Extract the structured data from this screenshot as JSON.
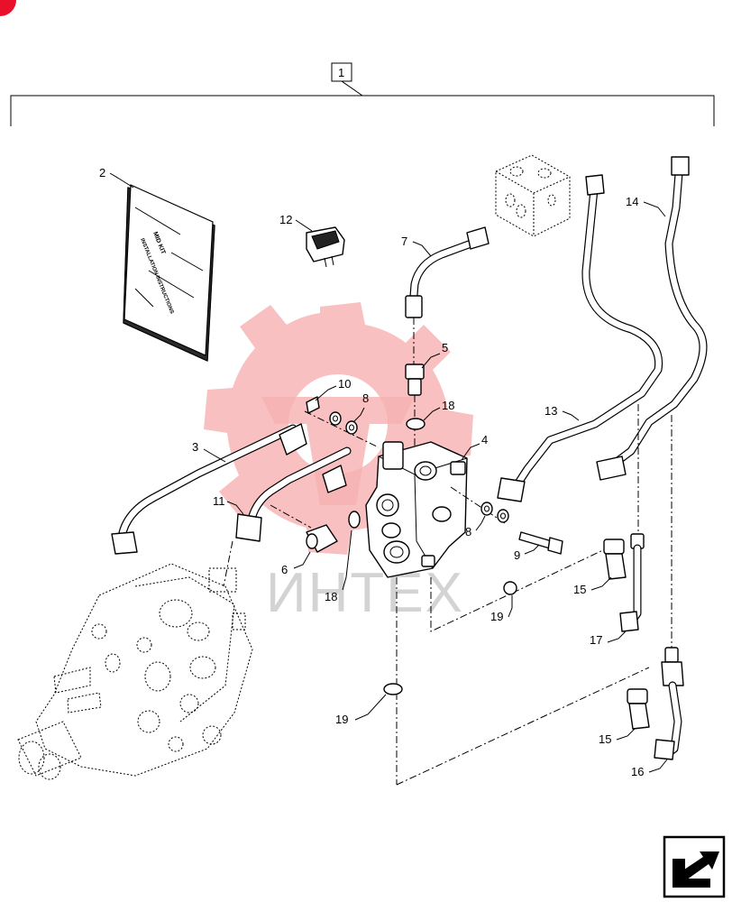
{
  "diagram": {
    "assembly_callout": "1",
    "callouts": {
      "c2": "2",
      "c3": "3",
      "c4": "4",
      "c5": "5",
      "c6": "6",
      "c7": "7",
      "c8a": "8",
      "c8b": "8",
      "c9": "9",
      "c10": "10",
      "c11": "11",
      "c12": "12",
      "c13": "13",
      "c14": "14",
      "c15a": "15",
      "c15b": "15",
      "c16": "16",
      "c17": "17",
      "c18a": "18",
      "c18b": "18",
      "c19a": "19",
      "c19b": "19"
    },
    "manual_cover_text": [
      "MID KIT",
      "INSTALLATION INSTRUCTIONS"
    ],
    "watermark_text": "ИНТЕХ",
    "nav_icon": "next-page-arrow-icon",
    "colors": {
      "watermark_red": "#f6b0b0",
      "watermark_gray": "#d3d3d3",
      "corner_mark": "#e8102a"
    }
  }
}
